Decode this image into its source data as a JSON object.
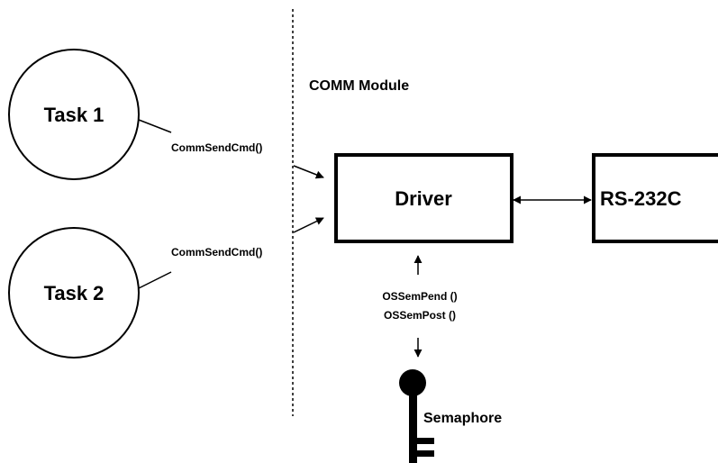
{
  "module": {
    "label": "COMM Module"
  },
  "tasks": [
    {
      "label": "Task 1"
    },
    {
      "label": "Task 2"
    }
  ],
  "calls": [
    {
      "label": "CommSendCmd()"
    },
    {
      "label": "CommSendCmd()"
    }
  ],
  "driver": {
    "label": "Driver"
  },
  "serial": {
    "label": "RS-232C"
  },
  "semaphore_ops": {
    "pend": "OSSemPend ()",
    "post": "OSSemPost ()"
  },
  "semaphore": {
    "label": "Semaphore",
    "icon": "key-icon"
  }
}
